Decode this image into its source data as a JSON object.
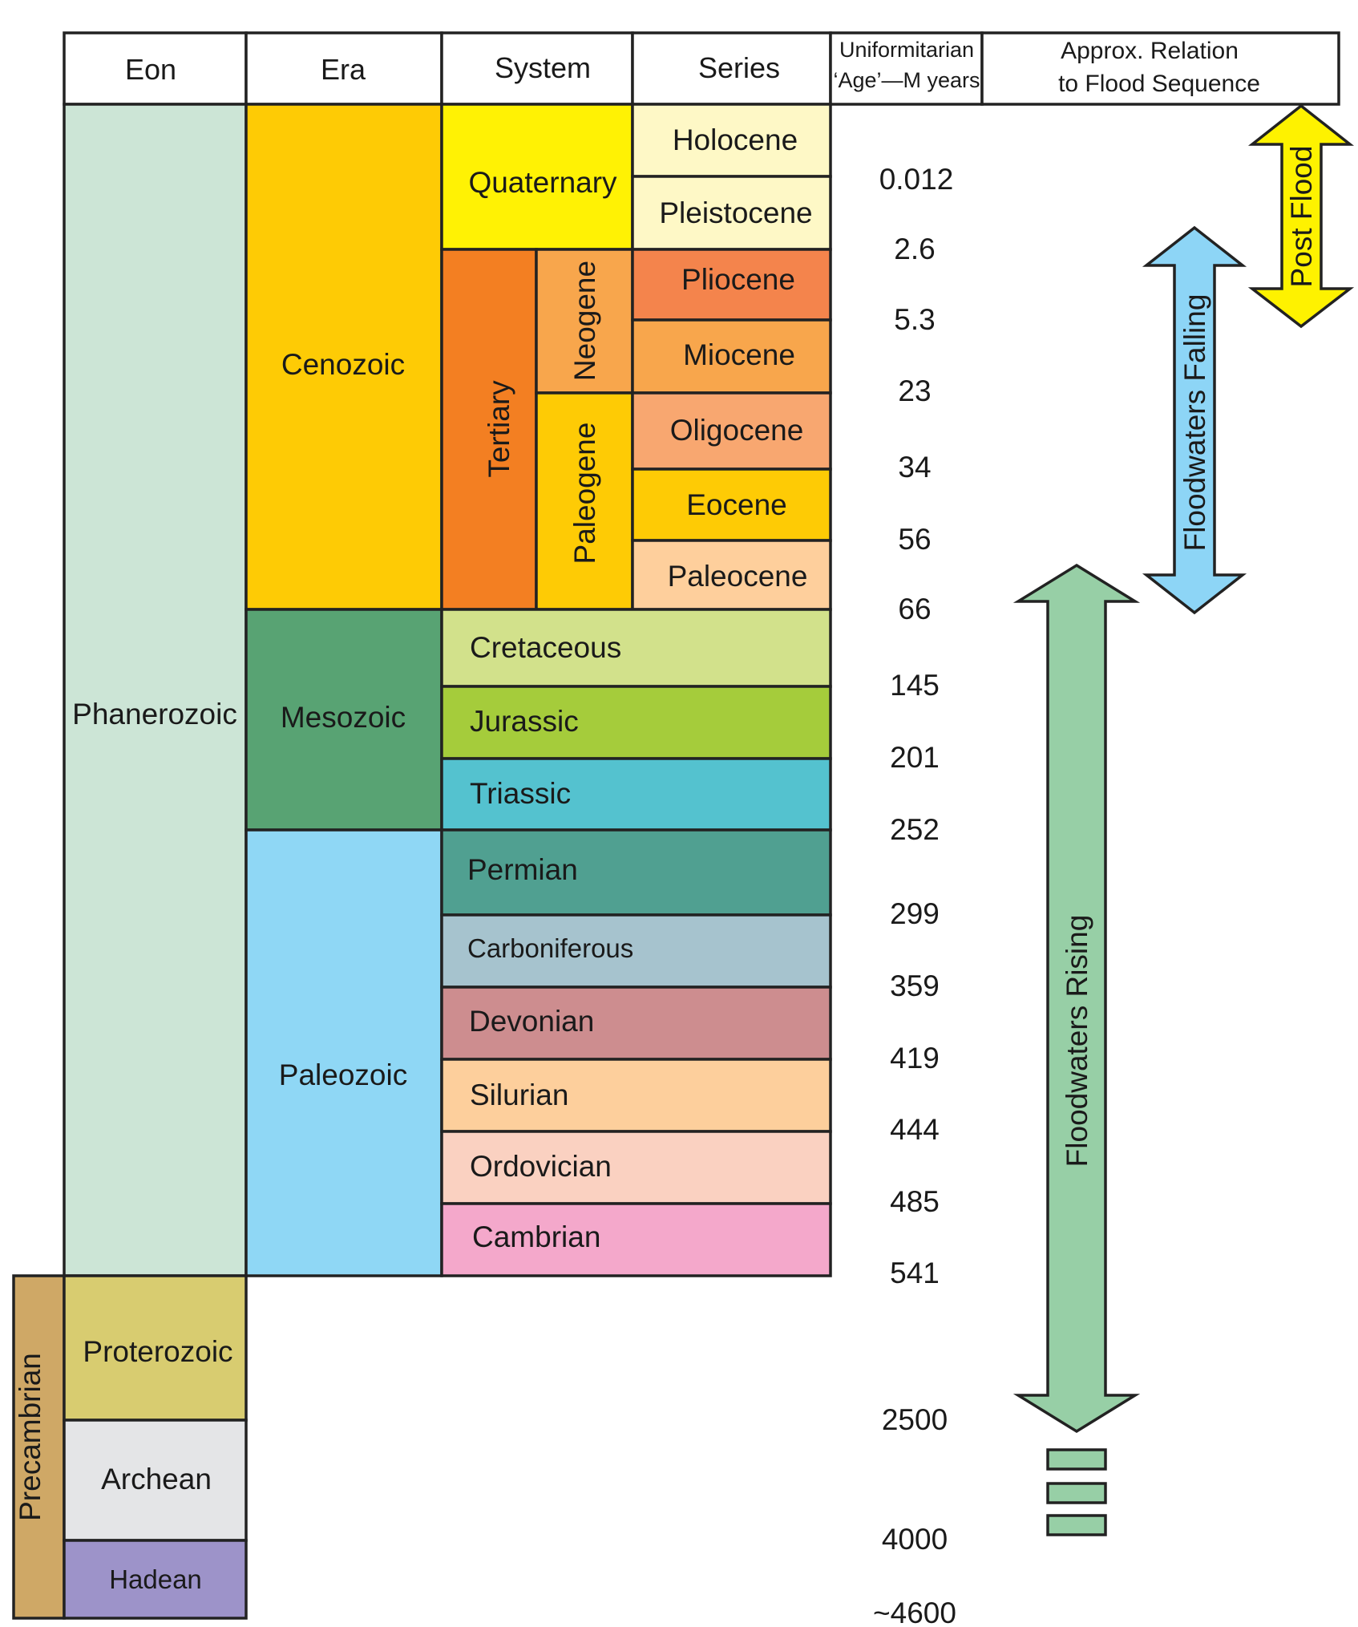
{
  "headers": {
    "eon": "Eon",
    "era": "Era",
    "system": "System",
    "series": "Series",
    "age": [
      "Uniformitarian",
      "‘Age’—M years"
    ],
    "relation": [
      "Approx. Relation",
      "to Flood Sequence"
    ]
  },
  "eons": [
    {
      "label": "Phanerozoic",
      "color": "#cce5d6"
    },
    {
      "label": "Proterozoic",
      "color": "#d8cc70"
    },
    {
      "label": "Archean",
      "color": "#e4e5e7"
    },
    {
      "label": "Hadean",
      "color": "#9d93c9"
    }
  ],
  "supereon": {
    "label": "Precambrian",
    "color": "#cfa866"
  },
  "eras": [
    {
      "label": "Cenozoic",
      "color": "#fecb05"
    },
    {
      "label": "Mesozoic",
      "color": "#58a373"
    },
    {
      "label": "Paleozoic",
      "color": "#8fd7f5"
    }
  ],
  "systems": [
    {
      "label": "Quaternary",
      "color": "#fff204"
    },
    {
      "label": "Tertiary",
      "color": "#f37f22"
    },
    {
      "label": "Neogene",
      "color": "#f8a64c"
    },
    {
      "label": "Paleogene",
      "color": "#fecb05"
    }
  ],
  "series": [
    {
      "label": "Holocene",
      "color": "#fef8c6"
    },
    {
      "label": "Pleistocene",
      "color": "#fef8c6"
    },
    {
      "label": "Pliocene",
      "color": "#f4844c"
    },
    {
      "label": "Miocene",
      "color": "#f8a64c"
    },
    {
      "label": "Oligocene",
      "color": "#f8a770"
    },
    {
      "label": "Eocene",
      "color": "#fecb05"
    },
    {
      "label": "Paleocene",
      "color": "#fecf9c"
    }
  ],
  "periods": [
    {
      "label": "Cretaceous",
      "color": "#d2e18b"
    },
    {
      "label": "Jurassic",
      "color": "#a5cc3b"
    },
    {
      "label": "Triassic",
      "color": "#54c2cf"
    },
    {
      "label": "Permian",
      "color": "#50a091"
    },
    {
      "label": "Carboniferous",
      "color": "#a6c3ce"
    },
    {
      "label": "Devonian",
      "color": "#cd8d8f"
    },
    {
      "label": "Silurian",
      "color": "#fdcf9c"
    },
    {
      "label": "Ordovician",
      "color": "#fad1c1"
    },
    {
      "label": "Cambrian",
      "color": "#f4a8cb"
    }
  ],
  "ages": [
    "0.012",
    "2.6",
    "5.3",
    "23",
    "34",
    "56",
    "66",
    "145",
    "201",
    "252",
    "299",
    "359",
    "419",
    "444",
    "485",
    "541",
    "2500",
    "4000",
    "~4600"
  ],
  "flood": {
    "post": {
      "label": "Post Flood",
      "color": "#fef200"
    },
    "falling": {
      "label": "Floodwaters Falling",
      "color": "#8dd5f6"
    },
    "rising": {
      "label": "Floodwaters Rising",
      "color": "#97cfa6"
    }
  }
}
